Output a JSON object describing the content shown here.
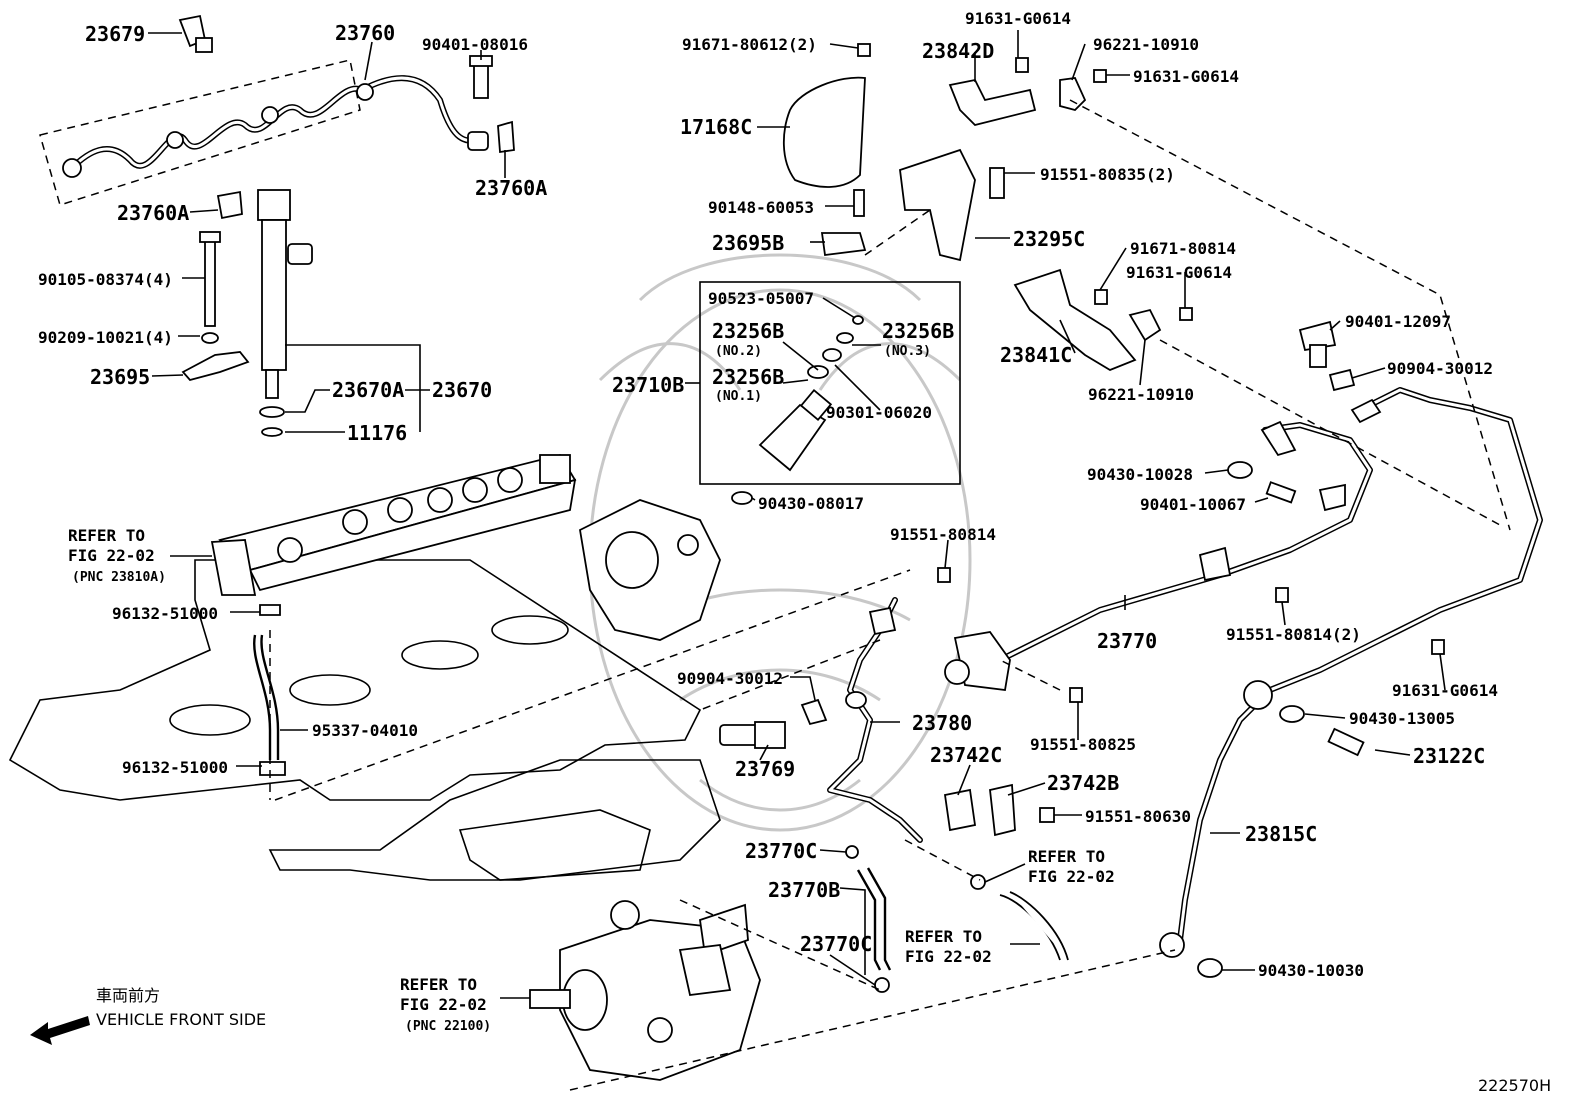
{
  "diagram": {
    "part_labels": [
      "23679",
      "23760",
      "90401-08016",
      "23760A",
      "23760A",
      "90105-08374(4)",
      "90209-10021(4)",
      "23695",
      "23670A",
      "23670",
      "11176",
      "91671-80612(2)",
      "17168C",
      "90148-60053",
      "23695B",
      "23842D",
      "91631-G0614",
      "96221-10910",
      "91631-G0614",
      "91551-80835(2)",
      "23295C",
      "90523-05007",
      "23256B",
      "(NO.2)",
      "23256B",
      "(NO.3)",
      "23256B",
      "(NO.1)",
      "23710B",
      "90301-06020",
      "90430-08017",
      "91671-80814",
      "91631-G0614",
      "23841C",
      "96221-10910",
      "90401-12097",
      "90904-30012",
      "90430-10028",
      "90401-10067",
      "91551-80814",
      "23770",
      "91551-80814(2)",
      "91631-G0614",
      "90904-30012",
      "23780",
      "91551-80825",
      "90430-13005",
      "23122C",
      "23769",
      "23742C",
      "23742B",
      "91551-80630",
      "23815C",
      "23770C",
      "REFER TO",
      "FIG 22-02",
      "23770B",
      "23770C",
      "REFER TO",
      "FIG 22-02",
      "90430-10030",
      "REFER TO",
      "FIG 22-02",
      "(PNC 22100)",
      "REFER TO",
      "FIG 22-02",
      "(PNC 23810A)",
      "96132-51000",
      "95337-04010",
      "96132-51000"
    ],
    "front_side_jp": "車両前方",
    "front_side_en": "VEHICLE FRONT SIDE",
    "illustration_number": "222570H"
  }
}
